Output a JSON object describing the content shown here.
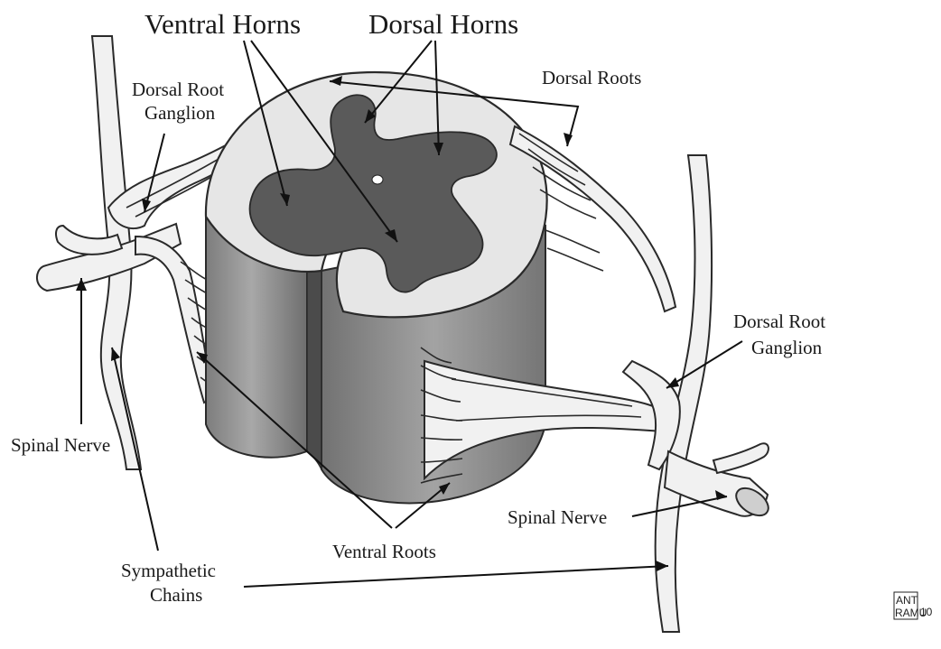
{
  "labels": {
    "ventral_horns": "Ventral Horns",
    "dorsal_horns": "Dorsal Horns",
    "dorsal_root_ganglion_left_1": "Dorsal Root",
    "dorsal_root_ganglion_left_2": "Ganglion",
    "dorsal_roots": "Dorsal Roots",
    "dorsal_root_ganglion_right_1": "Dorsal Root",
    "dorsal_root_ganglion_right_2": "Ganglion",
    "spinal_nerve_left": "Spinal Nerve",
    "spinal_nerve_right": "Spinal Nerve",
    "sympathetic_chains_1": "Sympathetic",
    "sympathetic_chains_2": "Chains",
    "ventral_roots": "Ventral Roots"
  },
  "signature": {
    "line1": "ANT",
    "line2": "RAMU",
    "number": "10"
  },
  "colors": {
    "white_matter": "#e6e6e6",
    "gray_matter": "#5a5a5a",
    "cylinder_side": "#9a9a9a",
    "nerve": "#f1f1f1",
    "outline": "#2a2a2a"
  }
}
